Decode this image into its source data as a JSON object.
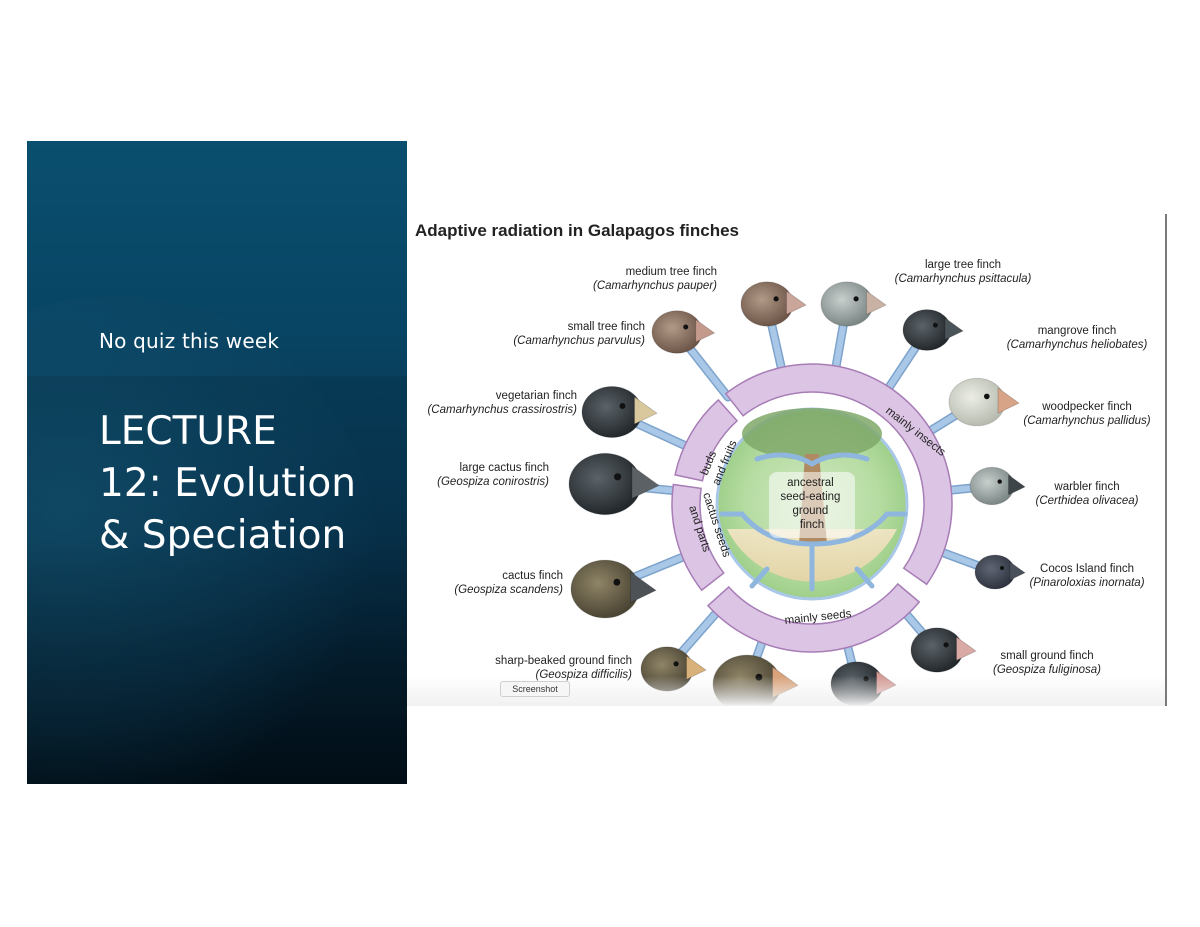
{
  "slide": {
    "quiz_note": "No quiz this week",
    "title_lines": [
      "LECTURE",
      "12: Evolution",
      "& Speciation"
    ]
  },
  "figure": {
    "title": "Adaptive radiation in Galapagos finches",
    "center_label": [
      "ancestral",
      "seed-eating",
      "ground",
      "finch"
    ],
    "ring_labels": {
      "insects": "mainly insects",
      "seeds": "mainly seeds",
      "buds_1": "buds",
      "buds_2": "and fruits",
      "cactus_1": "cactus seeds",
      "cactus_2": "and parts"
    },
    "finches": [
      {
        "common": "medium tree finch",
        "latin": "(Camarhynchus pauper)"
      },
      {
        "common": "large tree finch",
        "latin": "(Camarhynchus psittacula)"
      },
      {
        "common": "small tree finch",
        "latin": "(Camarhynchus parvulus)"
      },
      {
        "common": "mangrove finch",
        "latin": "(Camarhynchus heliobates)"
      },
      {
        "common": "vegetarian finch",
        "latin": "(Camarhynchus crassirostris)"
      },
      {
        "common": "woodpecker finch",
        "latin": "(Camarhynchus pallidus)"
      },
      {
        "common": "large cactus finch",
        "latin": "(Geospiza conirostris)"
      },
      {
        "common": "warbler finch",
        "latin": "(Certhidea olivacea)"
      },
      {
        "common": "cactus finch",
        "latin": "(Geospiza scandens)"
      },
      {
        "common": "Cocos Island finch",
        "latin": "(Pinaroloxias inornata)"
      },
      {
        "common": "sharp-beaked ground finch",
        "latin": "(Geospiza difficilis)"
      },
      {
        "common": "small ground finch",
        "latin": "(Geospiza fuliginosa)"
      }
    ],
    "tooltip": "Screenshot"
  },
  "colors": {
    "ring_fill": "#dcc4e4",
    "ring_stroke": "#a77db6",
    "branch": "#a9c8e8",
    "branch_stroke": "#7da3cc"
  }
}
